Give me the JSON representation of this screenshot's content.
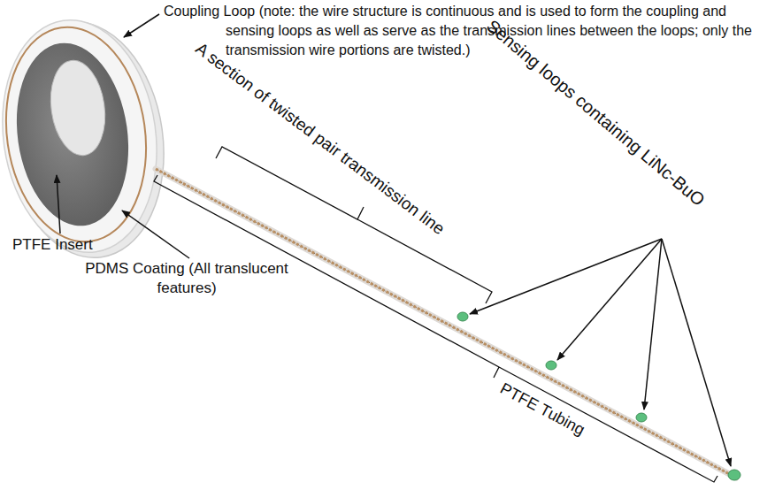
{
  "diagram": {
    "labels": [
      "Coupling Loop (note: the wire structure is continuous and is used to form the coupling and sensing loops as well as serve as the transmission lines between the loops; only the transmission wire portions are twisted.)",
      "A section of twisted pair transmission line",
      "Sensing loops containing LiNc-BuO",
      "PTFE Insert",
      "PDMS Coating (All translucent features)",
      "PTFE Tubing"
    ]
  }
}
